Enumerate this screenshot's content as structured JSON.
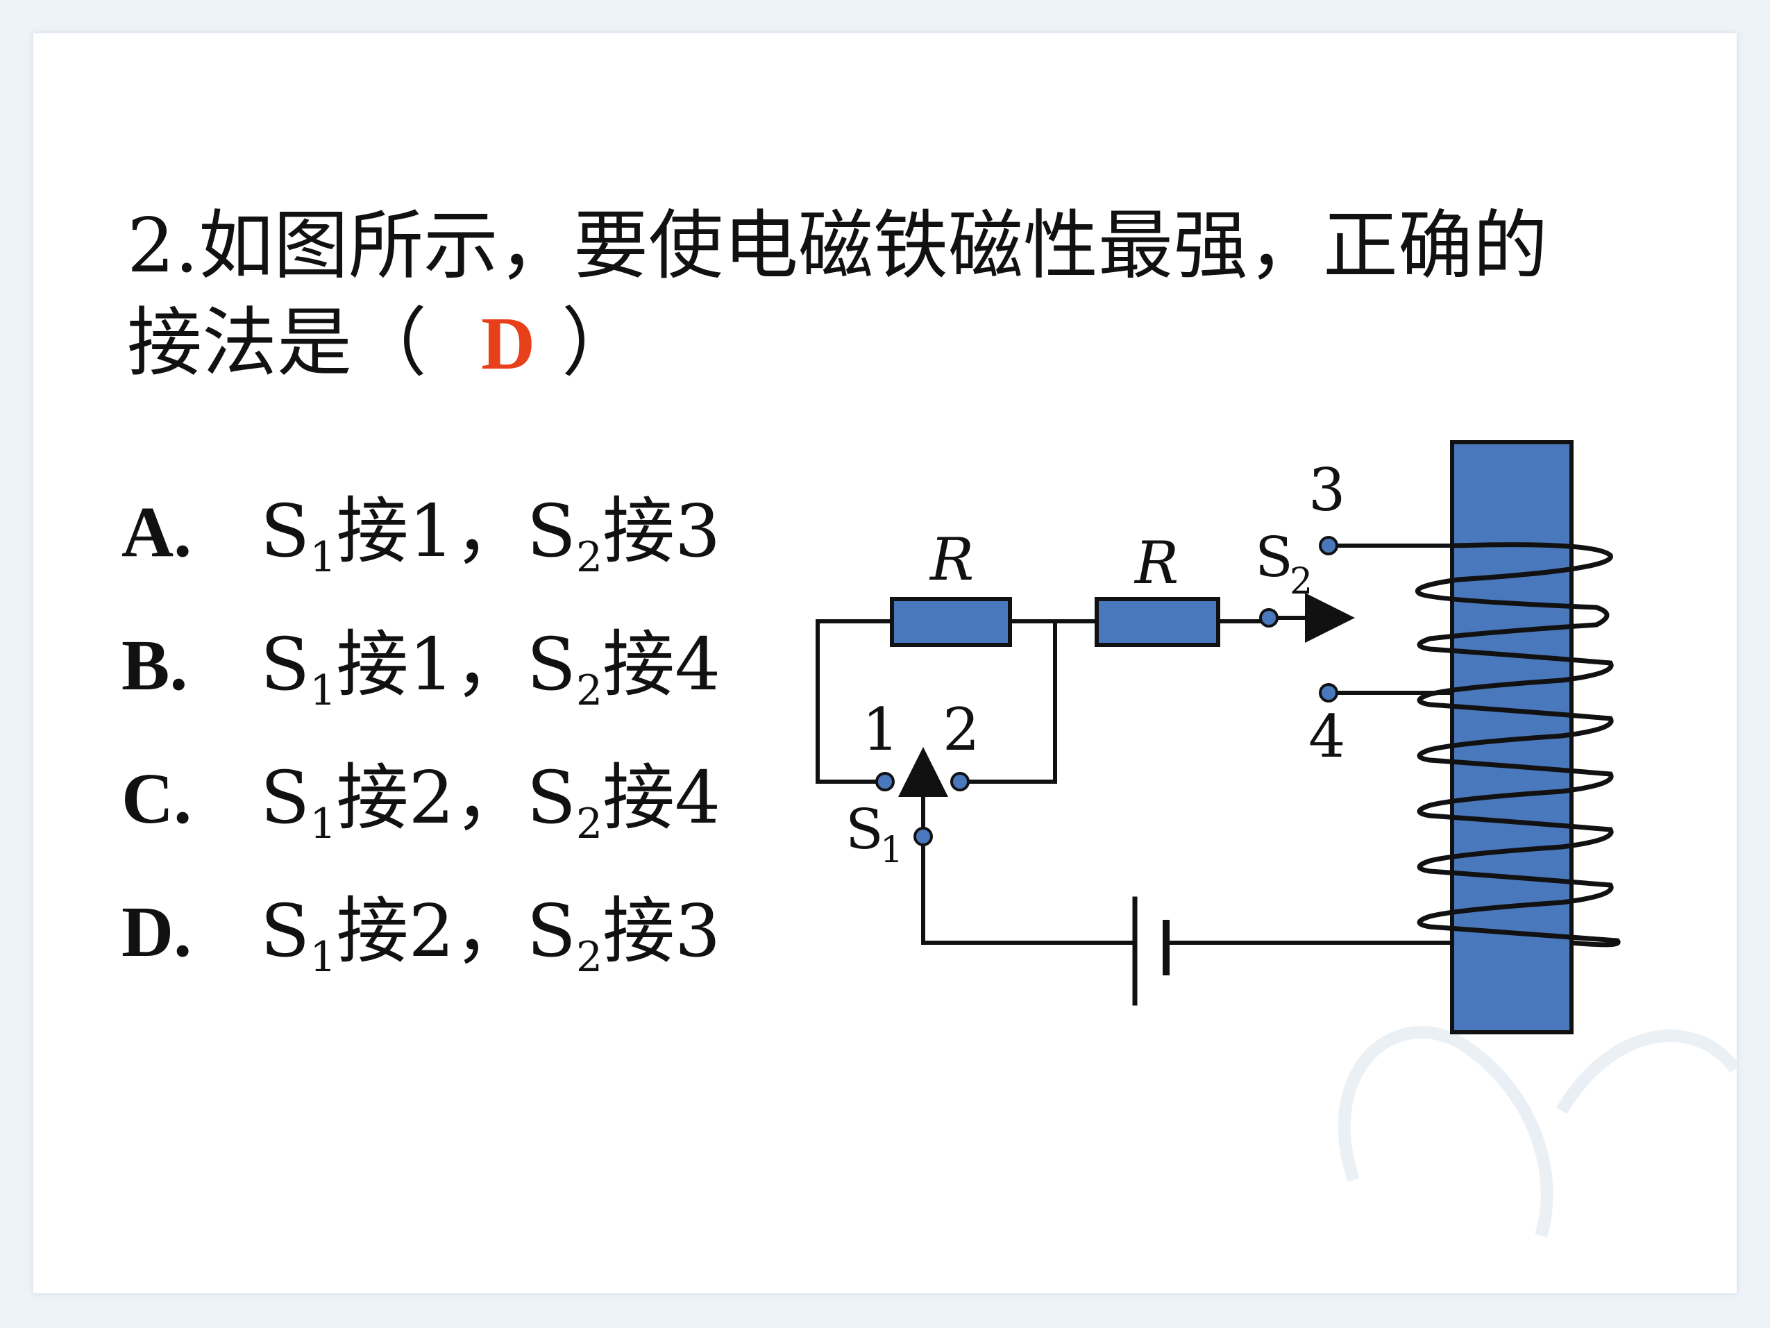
{
  "question": {
    "line1": "2.如图所示，要使电磁铁磁性最强，正确的",
    "line2_prefix": "接法是（",
    "answer": "D",
    "line2_suffix": "）"
  },
  "options": [
    {
      "letter": "A.",
      "s1": "S",
      "s1_sub": "1",
      "s1_text": "接1，",
      "s2": "S",
      "s2_sub": "2",
      "s2_text": "接3"
    },
    {
      "letter": "B.",
      "s1": "S",
      "s1_sub": "1",
      "s1_text": "接1，",
      "s2": "S",
      "s2_sub": "2",
      "s2_text": "接4"
    },
    {
      "letter": "C.",
      "s1": "S",
      "s1_sub": "1",
      "s1_text": "接2，",
      "s2": "S",
      "s2_sub": "2",
      "s2_text": "接4"
    },
    {
      "letter": "D.",
      "s1": "S",
      "s1_sub": "1",
      "s1_text": "接2，",
      "s2": "S",
      "s2_sub": "2",
      "s2_text": "接3"
    }
  ],
  "circuit": {
    "resistor1_label": "R",
    "resistor2_label": "R",
    "s1_label": "S",
    "s1_sub": "1",
    "s2_label": "S",
    "s2_sub": "2",
    "contact_1": "1",
    "contact_2": "2",
    "contact_3": "3",
    "contact_4": "4"
  },
  "colors": {
    "answer": "#e8401a",
    "component_fill": "#4a78bd",
    "wire": "#111111"
  }
}
